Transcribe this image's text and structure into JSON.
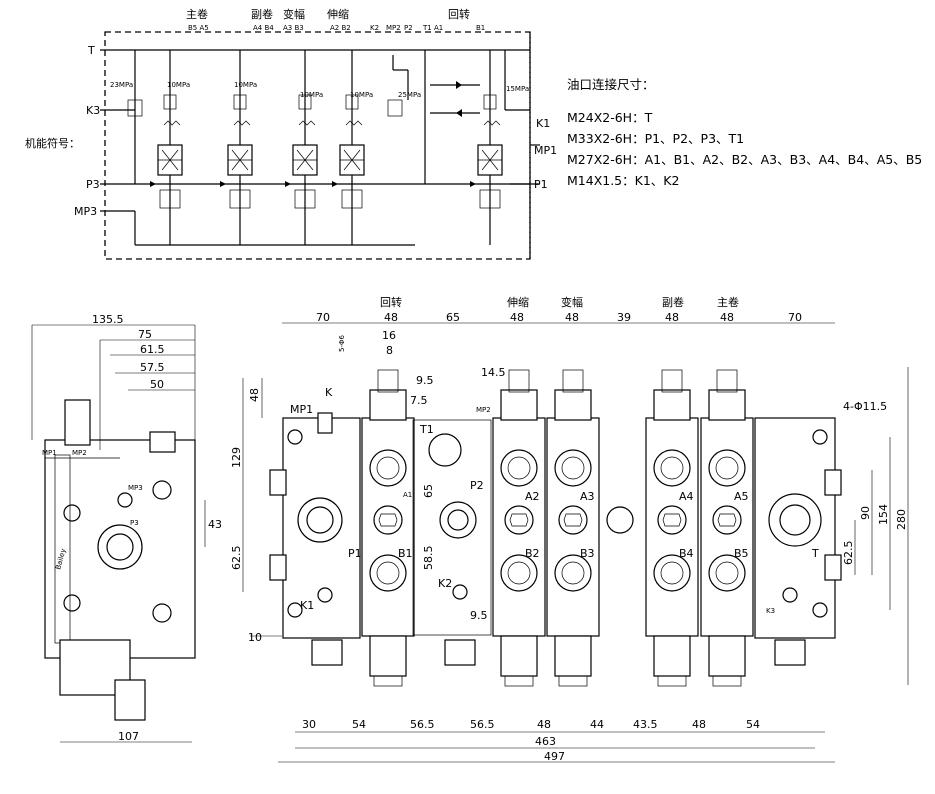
{
  "schematic": {
    "label": "机能符号：",
    "section_labels": [
      "主卷",
      "副卷",
      "变幅",
      "伸缩",
      "回转"
    ],
    "port_labels_top": [
      "B5 A5",
      "A4 B4",
      "A3 B3",
      "A2 B2",
      "K2",
      "MP2",
      "P2",
      "T1 A1",
      "B1"
    ],
    "side_ports_left": [
      "T",
      "K3",
      "P3",
      "MP3"
    ],
    "side_ports_right": [
      "K1",
      "MP1",
      "P1"
    ],
    "relief_pressures": [
      "23MPa",
      "10MPa",
      "10MPa",
      "10MPa",
      "10MPa",
      "25MPa",
      "15MPa"
    ]
  },
  "specs": {
    "title": "油口连接尺寸：",
    "lines": [
      "M24X2-6H：T",
      "M33X2-6H：P1、P2、P3、T1",
      "M27X2-6H：A1、B1、A2、B2、A3、B3、A4、B4、A5、B5",
      "M14X1.5：K1、K2"
    ]
  },
  "side_view": {
    "dims": [
      "135.5",
      "75",
      "61.5",
      "57.5",
      "50",
      "43",
      "107"
    ],
    "labels": [
      "MP1",
      "MP2",
      "MP3",
      "P3"
    ],
    "logo": "Bailey"
  },
  "front_view": {
    "section_labels": [
      "回转",
      "伸缩",
      "变幅",
      "副卷",
      "主卷"
    ],
    "top_dims": [
      "70",
      "48",
      "65",
      "48",
      "48",
      "39",
      "48",
      "48",
      "70"
    ],
    "small_dims": [
      "5-Φ6",
      "16",
      "8",
      "9.5",
      "14.5",
      "7.5",
      "4-Φ11.5"
    ],
    "left_dims": [
      "48",
      "129",
      "62.5",
      "10"
    ],
    "inner_dims": [
      "65",
      "58.5",
      "9.5"
    ],
    "right_dims": [
      "90",
      "154",
      "280",
      "62.5"
    ],
    "bottom_dims": [
      "30",
      "54",
      "56.5",
      "56.5",
      "48",
      "44",
      "43.5",
      "48",
      "54"
    ],
    "overall_dims": [
      "463",
      "497"
    ],
    "port_labels": [
      "MP1",
      "K",
      "MP2",
      "T1",
      "P2",
      "P1",
      "B1",
      "A1",
      "A2",
      "B2",
      "A3",
      "B3",
      "A4",
      "B4",
      "A5",
      "B5",
      "T",
      "K1",
      "K2",
      "K3"
    ]
  }
}
